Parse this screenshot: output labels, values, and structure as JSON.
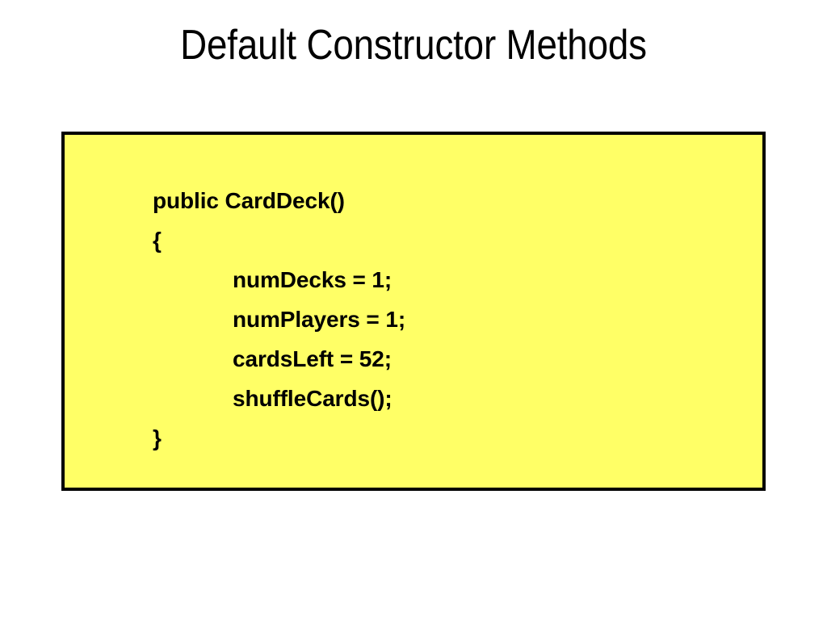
{
  "slide": {
    "title": "Default Constructor Methods",
    "background_color": "#ffffff",
    "title_color": "#000000"
  },
  "code_box": {
    "background_color": "#ffff66",
    "border_color": "#000000",
    "text_color": "#000000",
    "language": "java",
    "lines": [
      {
        "text": "public CardDeck()",
        "indent": 0
      },
      {
        "text": "{",
        "indent": 0
      },
      {
        "text": "numDecks = 1;",
        "indent": 1
      },
      {
        "text": "numPlayers = 1;",
        "indent": 1
      },
      {
        "text": "cardsLeft = 52;",
        "indent": 1
      },
      {
        "text": "shuffleCards();",
        "indent": 1
      },
      {
        "text": "}",
        "indent": 0
      }
    ]
  }
}
